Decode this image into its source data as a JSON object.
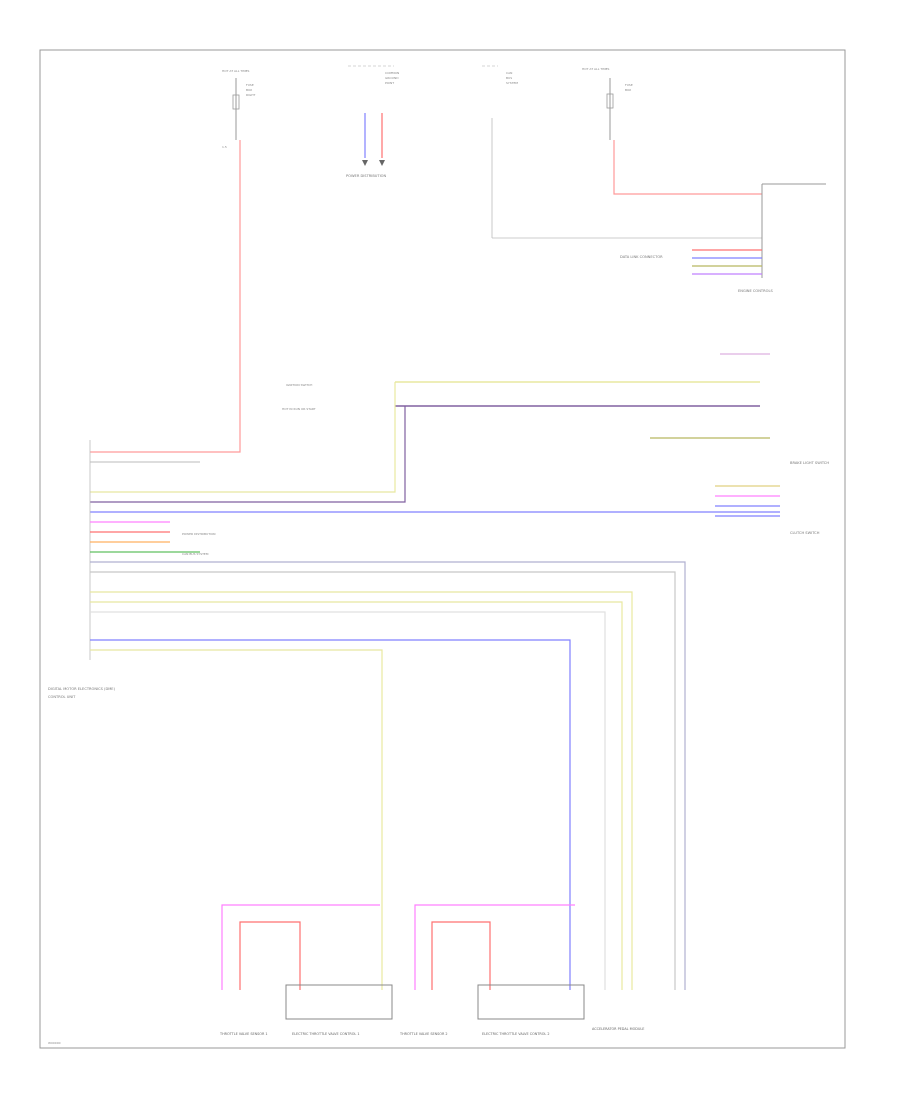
{
  "diagram": {
    "blocks": [
      {
        "id": "ecm",
        "label": "DIGITAL MOTOR ELECTRONICS (DME) CONTROL UNIT"
      },
      {
        "id": "tps1",
        "label": "THROTTLE VALVE SENSOR 1"
      },
      {
        "id": "tps2",
        "label": "THROTTLE VALVE SENSOR 2"
      },
      {
        "id": "ecc1",
        "label": "ELECTRIC THROTTLE VALVE CONTROL 1"
      },
      {
        "id": "ecc2",
        "label": "ELECTRIC THROTTLE VALVE CONTROL 2"
      },
      {
        "id": "app",
        "label": "ACCELERATOR PEDAL MODULE"
      },
      {
        "id": "bsw",
        "label": "BRAKE LIGHT SWITCH"
      },
      {
        "id": "clutch",
        "label": "CLUTCH SWITCH"
      }
    ],
    "notes": {
      "hot_at_all_times": "HOT AT ALL TIMES",
      "fuse_label_1": "FUSE",
      "fuse_label_2": "FUSE",
      "power_dist": "POWER DISTRIBUTION",
      "ground_dist": "GROUND DISTRIBUTION",
      "data_link": "DATA LINK CONNECTOR",
      "can_bus": "CAN BUS SYSTEM",
      "engine_control": "ENGINE CONTROLS"
    },
    "footer_code": "W00000"
  }
}
